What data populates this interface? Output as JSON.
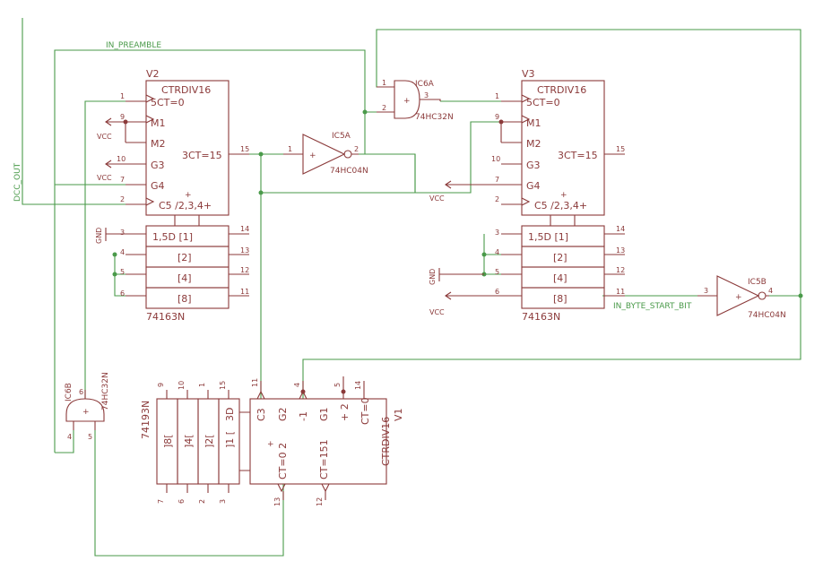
{
  "nets": {
    "in_preamble": "IN_PREAMBLE",
    "dcc_out": "DCC_OUT",
    "in_byte_start_bit": "IN_BYTE_START_BIT",
    "vcc": "VCC",
    "gnd": "GND"
  },
  "v2": {
    "name": "V2",
    "type": "CTRDIV16",
    "part": "74163N",
    "pin_5ct0": "5CT=0",
    "pin_m1": "M1",
    "pin_m2": "M2",
    "pin_g3": "G3",
    "pin_g4": "G4",
    "pin_c5": "C5 /2,3,4+",
    "pin_3ct15": "3CT=15",
    "plus": "+",
    "q1": "1,5D [1]",
    "q2": "[2]",
    "q4": "[4]",
    "q8": "[8]",
    "pins": {
      "p1": "1",
      "p9": "9",
      "p10": "10",
      "p7": "7",
      "p2": "2",
      "p15": "15",
      "p3": "3",
      "p4": "4",
      "p5": "5",
      "p6": "6",
      "p14": "14",
      "p13": "13",
      "p12": "12",
      "p11": "11"
    }
  },
  "v3": {
    "name": "V3",
    "type": "CTRDIV16",
    "part": "74163N",
    "pin_5ct0": "5CT=0",
    "pin_m1": "M1",
    "pin_m2": "M2",
    "pin_g3": "G3",
    "pin_g4": "G4",
    "pin_c5": "C5 /2,3,4+",
    "pin_3ct15": "3CT=15",
    "plus": "+",
    "q1": "1,5D [1]",
    "q2": "[2]",
    "q4": "[4]",
    "q8": "[8]",
    "pins": {
      "p1": "1",
      "p9": "9",
      "p10": "10",
      "p7": "7",
      "p2": "2",
      "p15": "15",
      "p3": "3",
      "p4": "4",
      "p5": "5",
      "p6": "6",
      "p14": "14",
      "p13": "13",
      "p12": "12",
      "p11": "11"
    }
  },
  "v1": {
    "name": "V1",
    "type": "CTRDIV16",
    "part": "74193N",
    "q8": "]8[",
    "q4": "]4[",
    "q2": "]2[",
    "q1": "]1 [",
    "d3": "3D",
    "c3": "C3",
    "g2": "G2",
    "m1": "-1",
    "g1": "G1",
    "p2": "+ 2",
    "ct0": "CT=0",
    "ct02": "CT=0 2",
    "ct151": "CT=151",
    "plus": "+",
    "pins_top": [
      "9",
      "10",
      "1",
      "15",
      "11",
      "4",
      "5",
      "14"
    ],
    "pins_bottom": [
      "7",
      "6",
      "2",
      "3",
      "13",
      "12"
    ]
  },
  "ic5a": {
    "name": "IC5A",
    "part": "74HC04N",
    "pin_in": "1",
    "pin_out": "2",
    "plus": "+"
  },
  "ic5b": {
    "name": "IC5B",
    "part": "74HC04N",
    "pin_in": "3",
    "pin_out": "4",
    "plus": "+"
  },
  "ic6a": {
    "name": "IC6A",
    "part": "74HC32N",
    "pin_a": "1",
    "pin_b": "2",
    "pin_out": "3",
    "plus": "+"
  },
  "ic6b": {
    "name": "IC6B",
    "part": "74HC32N",
    "pin_a": "4",
    "pin_b": "5",
    "pin_out": "6",
    "plus": "+"
  }
}
